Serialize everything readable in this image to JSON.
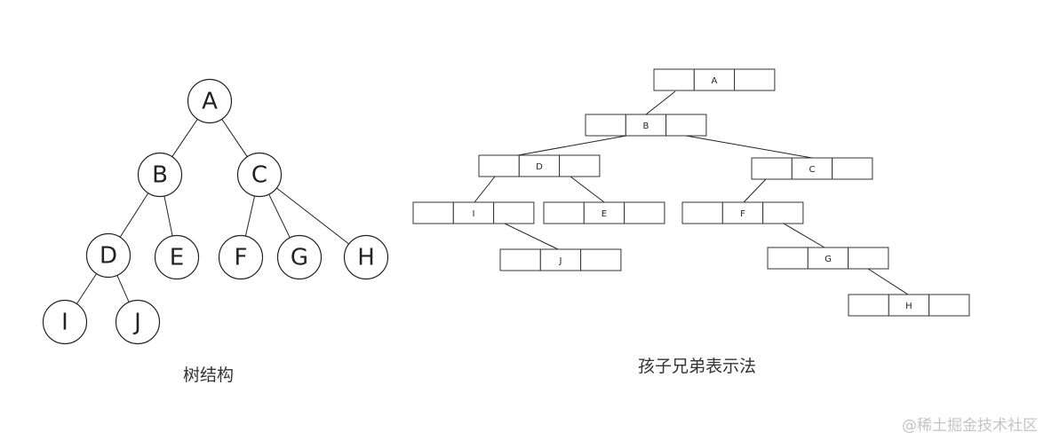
{
  "tree": {
    "nodes": [
      {
        "id": "A",
        "label": "A"
      },
      {
        "id": "B",
        "label": "B"
      },
      {
        "id": "C",
        "label": "C"
      },
      {
        "id": "D",
        "label": "D"
      },
      {
        "id": "E",
        "label": "E"
      },
      {
        "id": "F",
        "label": "F"
      },
      {
        "id": "G",
        "label": "G"
      },
      {
        "id": "H",
        "label": "H"
      },
      {
        "id": "I",
        "label": "I"
      },
      {
        "id": "J",
        "label": "J"
      }
    ],
    "edges": [
      [
        "A",
        "B"
      ],
      [
        "A",
        "C"
      ],
      [
        "B",
        "D"
      ],
      [
        "B",
        "E"
      ],
      [
        "C",
        "F"
      ],
      [
        "C",
        "G"
      ],
      [
        "C",
        "H"
      ],
      [
        "D",
        "I"
      ],
      [
        "D",
        "J"
      ]
    ],
    "caption": "树结构"
  },
  "child_sibling": {
    "nodes": [
      {
        "id": "A",
        "label": "A"
      },
      {
        "id": "B",
        "label": "B"
      },
      {
        "id": "D",
        "label": "D"
      },
      {
        "id": "C",
        "label": "C"
      },
      {
        "id": "I",
        "label": "I"
      },
      {
        "id": "E",
        "label": "E"
      },
      {
        "id": "F",
        "label": "F"
      },
      {
        "id": "J",
        "label": "J"
      },
      {
        "id": "G",
        "label": "G"
      },
      {
        "id": "H",
        "label": "H"
      }
    ],
    "links": [
      {
        "from": "A",
        "to": "B",
        "kind": "child"
      },
      {
        "from": "B",
        "to": "D",
        "kind": "child"
      },
      {
        "from": "B",
        "to": "C",
        "kind": "sibling"
      },
      {
        "from": "D",
        "to": "I",
        "kind": "child"
      },
      {
        "from": "D",
        "to": "E",
        "kind": "sibling"
      },
      {
        "from": "I",
        "to": "J",
        "kind": "sibling"
      },
      {
        "from": "C",
        "to": "F",
        "kind": "child"
      },
      {
        "from": "F",
        "to": "G",
        "kind": "sibling"
      },
      {
        "from": "G",
        "to": "H",
        "kind": "sibling"
      }
    ],
    "caption": "孩子兄弟表示法"
  },
  "watermark": "@稀土掘金技术社区"
}
